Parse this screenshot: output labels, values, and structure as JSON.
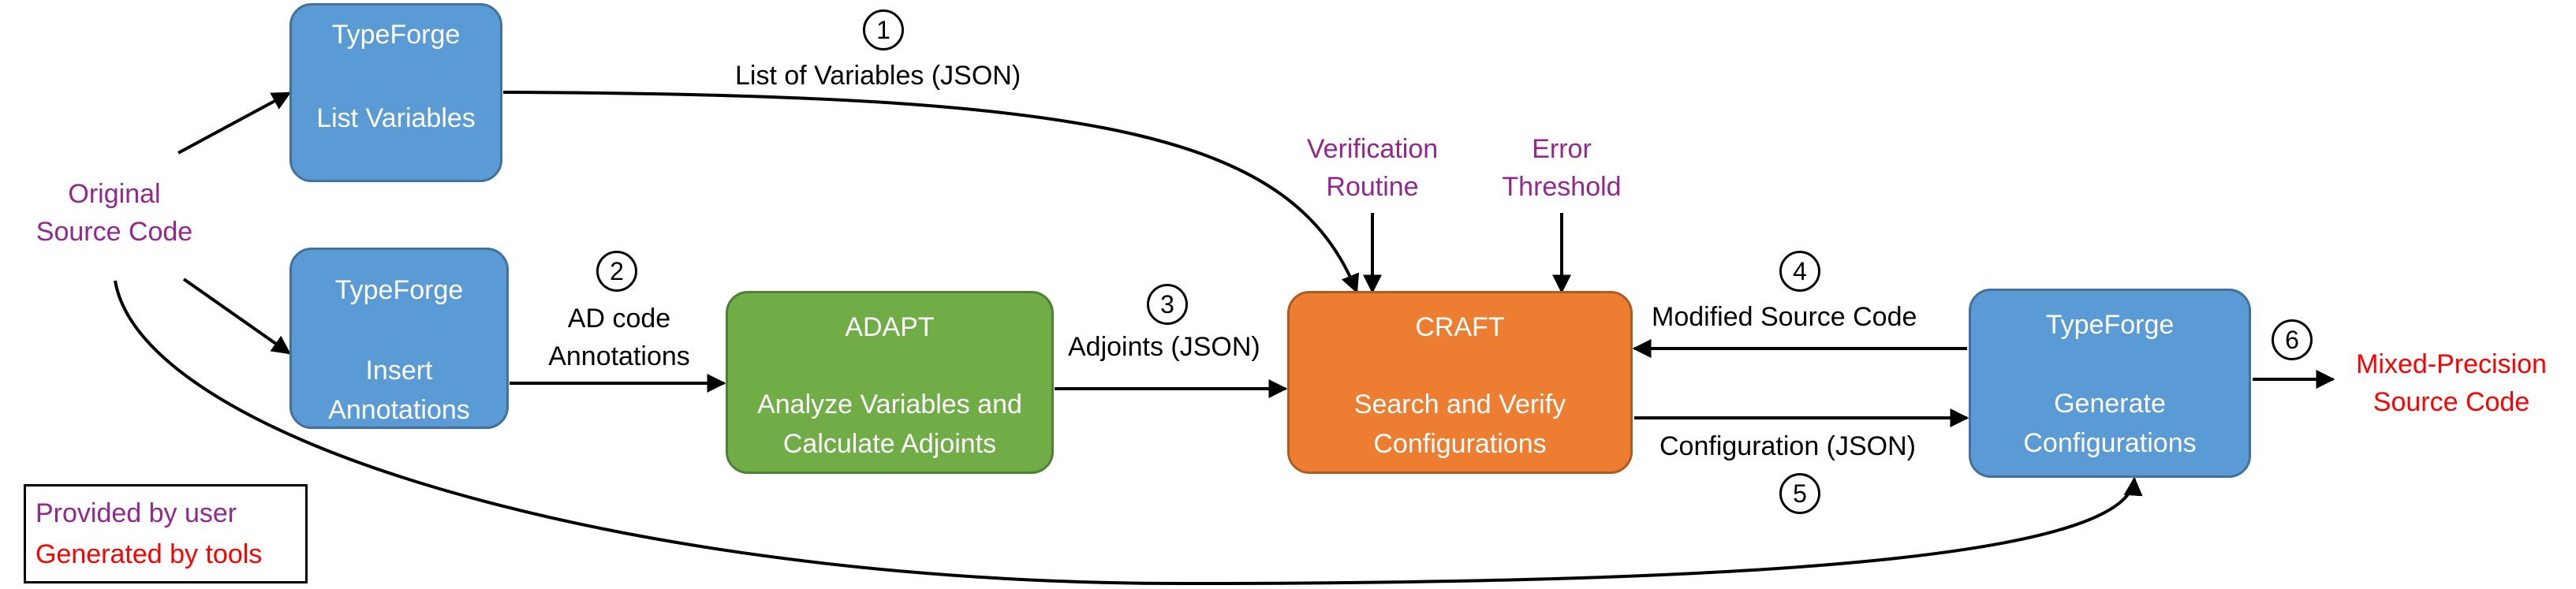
{
  "boxes": {
    "list_variables": {
      "title": "TypeForge",
      "line1": "List Variables"
    },
    "insert_annotations": {
      "title": "TypeForge",
      "line1": "Insert",
      "line2": "Annotations"
    },
    "adapt": {
      "title": "ADAPT",
      "line1": "Analyze Variables and",
      "line2": "Calculate Adjoints"
    },
    "craft": {
      "title": "CRAFT",
      "line1": "Search and Verify",
      "line2": "Configurations"
    },
    "generate": {
      "title": "TypeForge",
      "line1": "Generate",
      "line2": "Configurations"
    }
  },
  "inputs": {
    "original_source": {
      "line1": "Original",
      "line2": "Source Code"
    },
    "verification": {
      "line1": "Verification",
      "line2": "Routine"
    },
    "error_threshold": {
      "line1": "Error",
      "line2": "Threshold"
    }
  },
  "output": {
    "line1": "Mixed-Precision",
    "line2": "Source Code"
  },
  "edges": {
    "e1": {
      "num": "1",
      "line1": "List of Variables (JSON)"
    },
    "e2": {
      "num": "2",
      "line1": "AD code",
      "line2": "Annotations"
    },
    "e3": {
      "num": "3",
      "line1": "Adjoints (JSON)"
    },
    "e4": {
      "num": "4",
      "line1": "Modified Source Code"
    },
    "e5": {
      "num": "5",
      "line1": "Configuration (JSON)"
    },
    "e6": {
      "num": "6"
    }
  },
  "legend": {
    "user": "Provided by user",
    "tools": "Generated by tools"
  },
  "colors": {
    "user_provided": "#92278f",
    "tool_generated": "#ff0000",
    "typeforge": "#5b9bd5",
    "adapt": "#70ad47",
    "craft": "#ed7d31"
  }
}
